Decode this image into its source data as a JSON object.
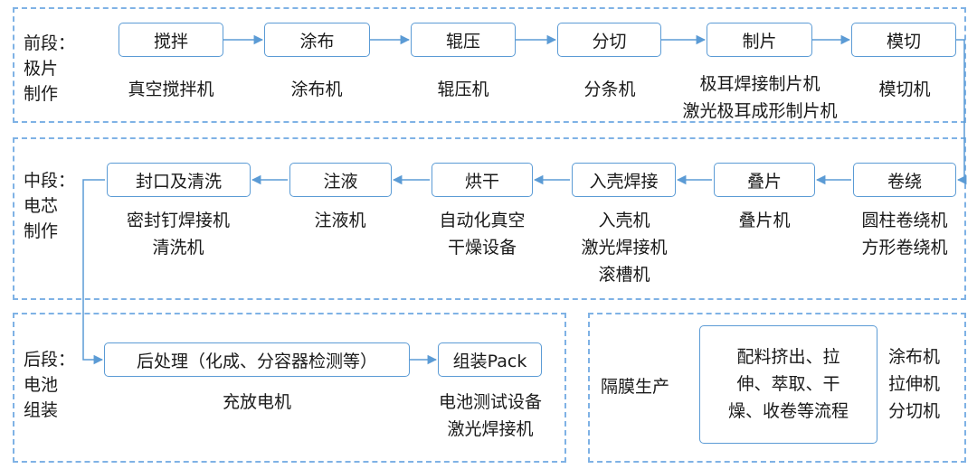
{
  "front": {
    "label": [
      "前段：",
      "极片",
      "制作"
    ],
    "steps": [
      {
        "name": "搅拌",
        "machines": [
          "真空搅拌机"
        ]
      },
      {
        "name": "涂布",
        "machines": [
          "涂布机"
        ]
      },
      {
        "name": "辊压",
        "machines": [
          "辊压机"
        ]
      },
      {
        "name": "分切",
        "machines": [
          "分条机"
        ]
      },
      {
        "name": "制片",
        "machines": [
          "极耳焊接制片机",
          "激光极耳成形制片机"
        ]
      },
      {
        "name": "模切",
        "machines": [
          "模切机"
        ]
      }
    ]
  },
  "middle": {
    "label": [
      "中段：",
      "电芯",
      "制作"
    ],
    "steps": [
      {
        "name": "卷绕",
        "machines": [
          "圆柱卷绕机",
          "方形卷绕机"
        ]
      },
      {
        "name": "叠片",
        "machines": [
          "叠片机"
        ]
      },
      {
        "name": "入壳焊接",
        "machines": [
          "入壳机",
          "激光焊接机",
          "滚槽机"
        ]
      },
      {
        "name": "烘干",
        "machines": [
          "自动化真空",
          "干燥设备"
        ]
      },
      {
        "name": "注液",
        "machines": [
          "注液机"
        ]
      },
      {
        "name": "封口及清洗",
        "machines": [
          "密封钉焊接机",
          "清洗机"
        ]
      }
    ]
  },
  "back": {
    "label": [
      "后段：",
      "电池",
      "组装"
    ],
    "steps": [
      {
        "name": "后处理（化成、分容器检测等）",
        "machines": [
          "充放电机"
        ]
      },
      {
        "name": "组装Pack",
        "machines": [
          "电池测试设备",
          "激光焊接机"
        ]
      }
    ]
  },
  "separator": {
    "label": "隔膜生产",
    "process": [
      "配料挤出、拉",
      "伸、萃取、干",
      "燥、收卷等流程"
    ],
    "machines": [
      "涂布机",
      "拉伸机",
      "分切机"
    ]
  },
  "colors": {
    "accent": "#5b9bd5",
    "dash": "#7fb2e5",
    "text": "#1a1a1a"
  }
}
